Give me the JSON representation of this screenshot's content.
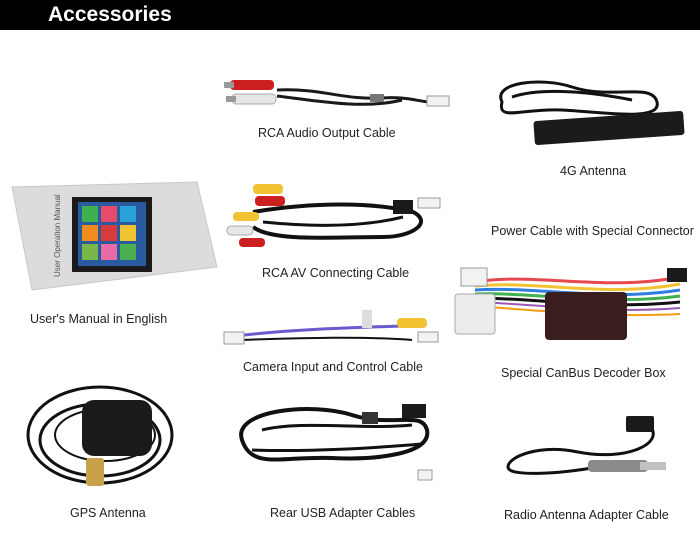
{
  "header": {
    "title": "Accessories"
  },
  "items": {
    "rca_audio": {
      "label": "RCA Audio Output Cable"
    },
    "antenna_4g": {
      "label": "4G Antenna"
    },
    "power_cable": {
      "label": "Power Cable with Special Connector"
    },
    "manual": {
      "label": "User's Manual in English",
      "cover_text": "User Operation Manual"
    },
    "rca_av": {
      "label": "RCA AV Connecting Cable"
    },
    "camera_cable": {
      "label": "Camera Input and Control Cable"
    },
    "canbus": {
      "label": "Special CanBus Decoder Box"
    },
    "gps": {
      "label": "GPS Antenna"
    },
    "usb": {
      "label": "Rear USB Adapter Cables"
    },
    "radio_adapter": {
      "label": "Radio Antenna Adapter Cable"
    }
  },
  "colors": {
    "header_bg": "#000000",
    "header_text": "#ffffff",
    "caption_text": "#222222"
  }
}
